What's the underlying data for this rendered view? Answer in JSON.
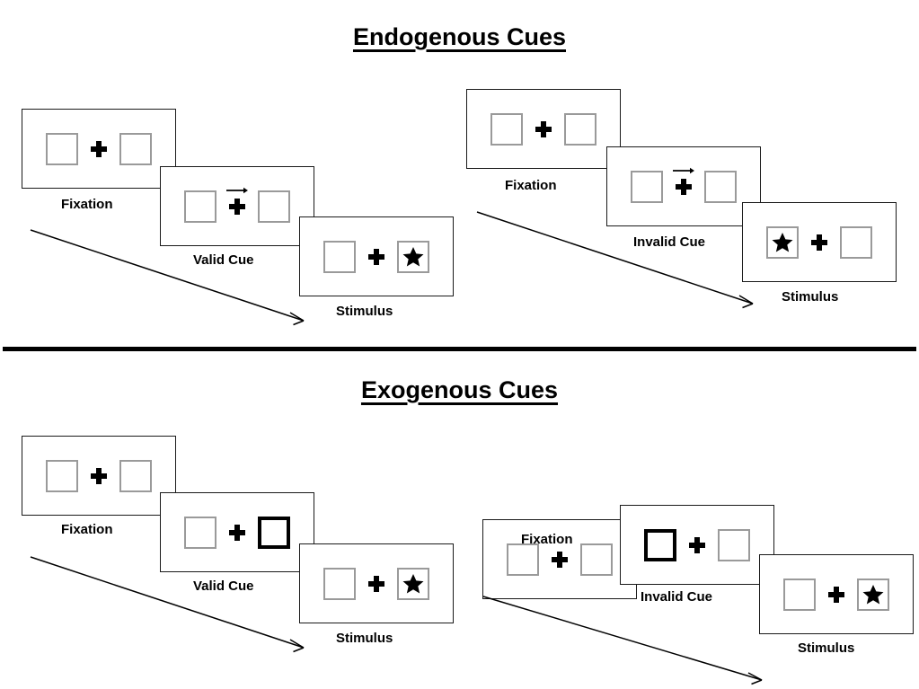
{
  "document": {
    "type": "diagram",
    "subject": "Posner cueing paradigm: endogenous vs exogenous spatial cues",
    "background_color": "#ffffff",
    "ink_color": "#000000",
    "box_outline_color": "#9a9a9a",
    "cued_box_outline_color": "#000000"
  },
  "sections": [
    {
      "id": "endogenous",
      "title": "Endogenous Cues",
      "conditions": [
        {
          "id": "endogenous-valid",
          "cue_label": "Valid Cue",
          "panels": [
            {
              "label": "Fixation",
              "left_box": {
                "cued": false,
                "target": false
              },
              "center": "plus",
              "right_box": {
                "cued": false,
                "target": false
              }
            },
            {
              "label": "Valid Cue",
              "left_box": {
                "cued": false,
                "target": false
              },
              "center": "plus-with-right-arrow",
              "right_box": {
                "cued": false,
                "target": false
              }
            },
            {
              "label": "Stimulus",
              "left_box": {
                "cued": false,
                "target": false
              },
              "center": "plus",
              "right_box": {
                "cued": false,
                "target": true
              }
            }
          ]
        },
        {
          "id": "endogenous-invalid",
          "cue_label": "Invalid Cue",
          "panels": [
            {
              "label": "Fixation",
              "left_box": {
                "cued": false,
                "target": false
              },
              "center": "plus",
              "right_box": {
                "cued": false,
                "target": false
              }
            },
            {
              "label": "Invalid Cue",
              "left_box": {
                "cued": false,
                "target": false
              },
              "center": "plus-with-right-arrow",
              "right_box": {
                "cued": false,
                "target": false
              }
            },
            {
              "label": "Stimulus",
              "left_box": {
                "cued": false,
                "target": true
              },
              "center": "plus",
              "right_box": {
                "cued": false,
                "target": false
              }
            }
          ]
        }
      ]
    },
    {
      "id": "exogenous",
      "title": "Exogenous Cues",
      "conditions": [
        {
          "id": "exogenous-valid",
          "cue_label": "Valid Cue",
          "panels": [
            {
              "label": "Fixation",
              "left_box": {
                "cued": false,
                "target": false
              },
              "center": "plus",
              "right_box": {
                "cued": false,
                "target": false
              }
            },
            {
              "label": "Valid Cue",
              "left_box": {
                "cued": false,
                "target": false
              },
              "center": "plus",
              "right_box": {
                "cued": true,
                "target": false
              }
            },
            {
              "label": "Stimulus",
              "left_box": {
                "cued": false,
                "target": false
              },
              "center": "plus",
              "right_box": {
                "cued": false,
                "target": true
              }
            }
          ]
        },
        {
          "id": "exogenous-invalid",
          "cue_label": "Invalid Cue",
          "panels": [
            {
              "label": "Fixation",
              "left_box": {
                "cued": false,
                "target": false
              },
              "center": "plus",
              "right_box": {
                "cued": false,
                "target": false
              }
            },
            {
              "label": "Invalid Cue",
              "left_box": {
                "cued": true,
                "target": false
              },
              "center": "plus",
              "right_box": {
                "cued": false,
                "target": false
              }
            },
            {
              "label": "Stimulus",
              "left_box": {
                "cued": false,
                "target": false
              },
              "center": "plus",
              "right_box": {
                "cued": false,
                "target": true
              }
            }
          ]
        }
      ]
    }
  ],
  "labels": {
    "fixation": "Fixation",
    "valid_cue": "Valid Cue",
    "invalid_cue": "Invalid Cue",
    "stimulus": "Stimulus"
  },
  "icons": {
    "fixation_cross": "plus-icon",
    "cue_arrow": "arrow-right-icon",
    "target": "star-icon"
  },
  "time_flow": {
    "description": "Diagonal arrows indicate the passage of time from left to right within each trial sequence.",
    "arrow_count": 4
  }
}
